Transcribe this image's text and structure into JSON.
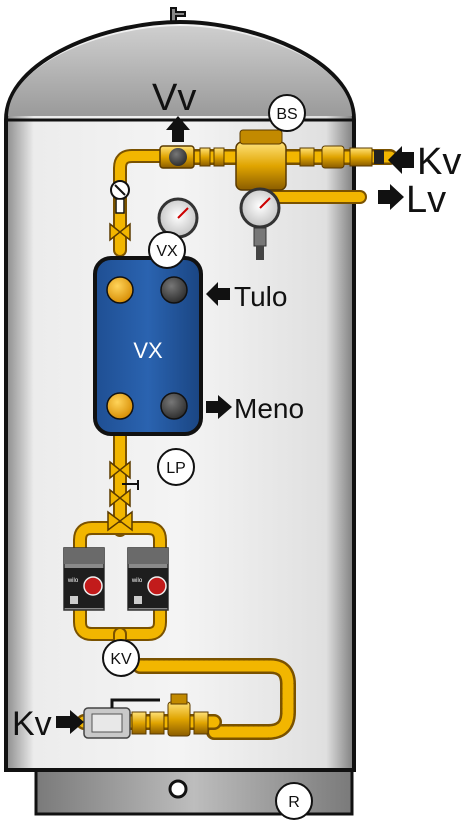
{
  "labels": {
    "vv": "Vv",
    "kv_top": "Kv",
    "lv": "Lv",
    "tulo": "Tulo",
    "meno": "Meno",
    "kv_bottom": "Kv",
    "hx_body": "VX"
  },
  "badges": {
    "bs": "BS",
    "vx": "VX",
    "lp": "LP",
    "kv": "KV",
    "r": "R"
  },
  "pump_brand": "wilo",
  "colors": {
    "tank_body": "#d8d8d8",
    "tank_edge": "#111111",
    "pipe": "#f2b600",
    "heat_exchanger": "#1a5aa6",
    "port": "#f0a000",
    "port_dark": "#4a4a4a",
    "pump": "#7a7a7a",
    "pump_face": "#222222"
  }
}
